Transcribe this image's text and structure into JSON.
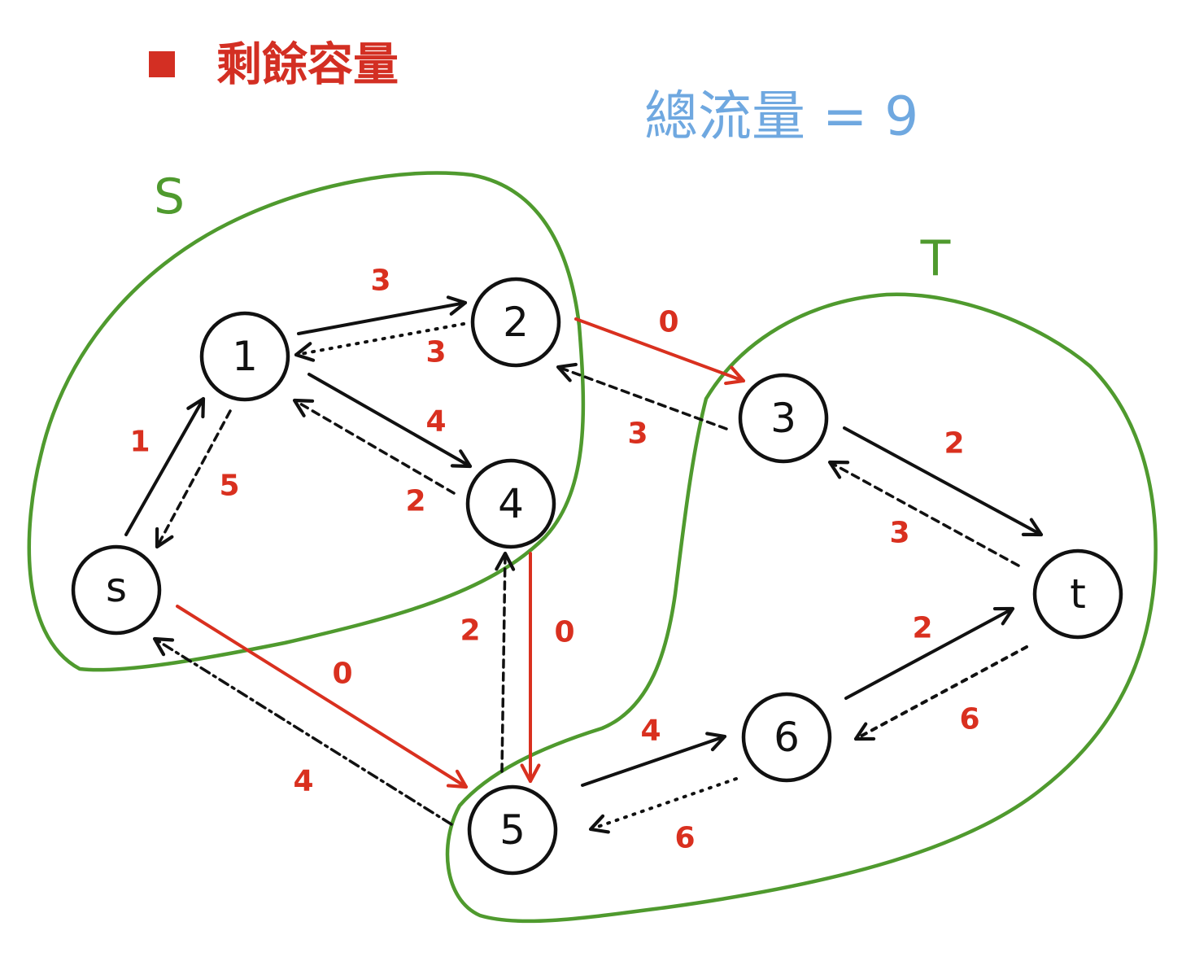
{
  "legend": {
    "label": "剩餘容量",
    "color": "#d32f23"
  },
  "total_flow": {
    "text": "總流量 = 9",
    "color": "#6fa8e0"
  },
  "sets": {
    "S": {
      "label": "S",
      "color": "#4f9a2e"
    },
    "T": {
      "label": "T",
      "color": "#4f9a2e"
    }
  },
  "colors": {
    "edge": "#111111",
    "saturated": "#d9301f",
    "capacity": "#d9301f"
  },
  "nodes": [
    {
      "id": "s",
      "label": "s"
    },
    {
      "id": "n1",
      "label": "1"
    },
    {
      "id": "n2",
      "label": "2"
    },
    {
      "id": "n3",
      "label": "3"
    },
    {
      "id": "n4",
      "label": "4"
    },
    {
      "id": "n5",
      "label": "5"
    },
    {
      "id": "n6",
      "label": "6"
    },
    {
      "id": "t",
      "label": "t"
    }
  ],
  "edges": [
    {
      "id": "s-1",
      "from": "s",
      "to": "n1",
      "style": "solid",
      "residual": "1"
    },
    {
      "id": "1-s",
      "from": "n1",
      "to": "s",
      "style": "dashed",
      "residual": "5"
    },
    {
      "id": "1-2",
      "from": "n1",
      "to": "n2",
      "style": "solid",
      "residual": "3"
    },
    {
      "id": "2-1",
      "from": "n2",
      "to": "n1",
      "style": "dotted",
      "residual": "3"
    },
    {
      "id": "1-4",
      "from": "n1",
      "to": "n4",
      "style": "solid",
      "residual": "4"
    },
    {
      "id": "4-1",
      "from": "n4",
      "to": "n1",
      "style": "dashed",
      "residual": "2"
    },
    {
      "id": "2-3",
      "from": "n2",
      "to": "n3",
      "style": "saturated",
      "residual": "0"
    },
    {
      "id": "3-2",
      "from": "n3",
      "to": "n2",
      "style": "dashed",
      "residual": "3"
    },
    {
      "id": "3-t",
      "from": "n3",
      "to": "t",
      "style": "solid",
      "residual": "2"
    },
    {
      "id": "t-3",
      "from": "t",
      "to": "n3",
      "style": "dashed",
      "residual": "3"
    },
    {
      "id": "s-5",
      "from": "s",
      "to": "n5",
      "style": "saturated",
      "residual": "0"
    },
    {
      "id": "5-s",
      "from": "n5",
      "to": "s",
      "style": "dashed",
      "residual": "4"
    },
    {
      "id": "4-5",
      "from": "n4",
      "to": "n5",
      "style": "saturated",
      "residual": "0"
    },
    {
      "id": "5-4",
      "from": "n5",
      "to": "n4",
      "style": "dashed",
      "residual": "2"
    },
    {
      "id": "5-6",
      "from": "n5",
      "to": "n6",
      "style": "solid",
      "residual": "4"
    },
    {
      "id": "6-5",
      "from": "n6",
      "to": "n5",
      "style": "dotted",
      "residual": "6"
    },
    {
      "id": "6-t",
      "from": "n6",
      "to": "t",
      "style": "solid",
      "residual": "2"
    },
    {
      "id": "t-6",
      "from": "t",
      "to": "n6",
      "style": "dotted",
      "residual": "6"
    }
  ]
}
